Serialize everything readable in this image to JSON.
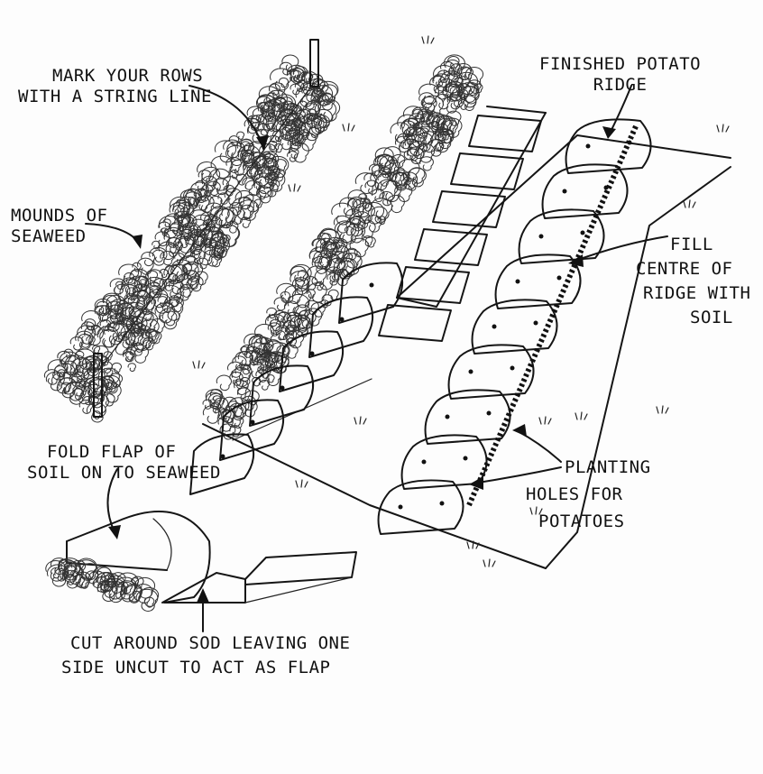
{
  "labels": {
    "mark_rows": [
      "Mark your rows",
      "with a string line"
    ],
    "finished_ridge": [
      "Finished potato",
      "ridge"
    ],
    "mounds": [
      "Mounds of",
      "seaweed"
    ],
    "fill_centre": [
      "Fill",
      "centre of",
      "ridge with",
      "soil"
    ],
    "planting_holes": [
      "Planting",
      "holes for",
      "potatoes"
    ],
    "fold_flap": [
      "Fold flap of",
      "soil on to seaweed"
    ],
    "cut_around": [
      "Cut around sod leaving one",
      "side uncut to act as flap"
    ]
  }
}
